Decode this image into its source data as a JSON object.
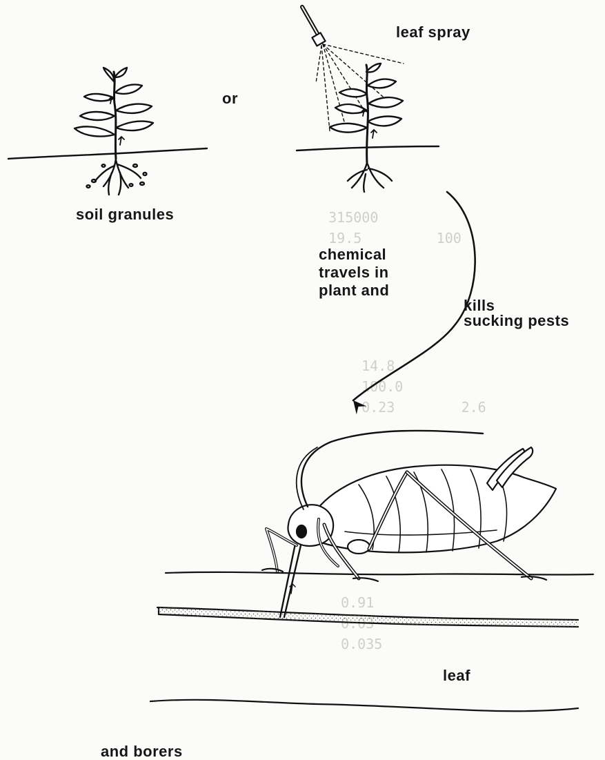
{
  "labels": {
    "leaf_spray": "leaf spray",
    "or": "or",
    "soil_granules": "soil granules",
    "chemical_travels": "chemical\ntravels in\nplant and",
    "kills_sucking_pests": "kills\nsucking pests",
    "leaf": "leaf",
    "and_borers": "and borers"
  },
  "colors": {
    "ink": "#111111",
    "paper": "#fbfbf9",
    "bleed_through": "#cfcfca"
  },
  "icons": [
    "plant-with-soil-granules",
    "sprayer-nozzle",
    "plant-being-sprayed",
    "curved-arrow",
    "aphid-insect",
    "leaf-cross-section"
  ]
}
